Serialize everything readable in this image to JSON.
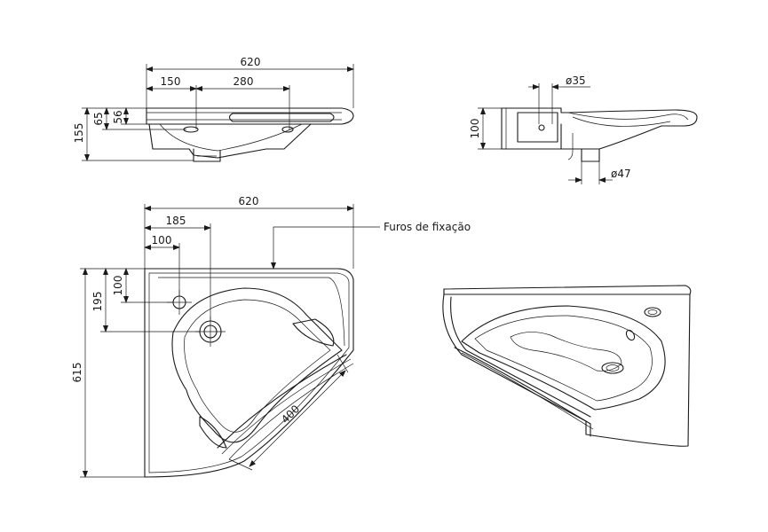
{
  "dimensions": {
    "top_width": "620",
    "top_150": "150",
    "top_280": "280",
    "top_155": "155",
    "top_65": "65",
    "top_56": "56",
    "side_35": "ø35",
    "side_100": "100",
    "side_47": "ø47",
    "plan_width": "620",
    "plan_185": "185",
    "plan_100h": "100",
    "plan_100v": "100",
    "plan_195": "195",
    "plan_615": "615",
    "plan_400": "400"
  },
  "labels": {
    "fixing_holes": "Furos de fixação"
  }
}
